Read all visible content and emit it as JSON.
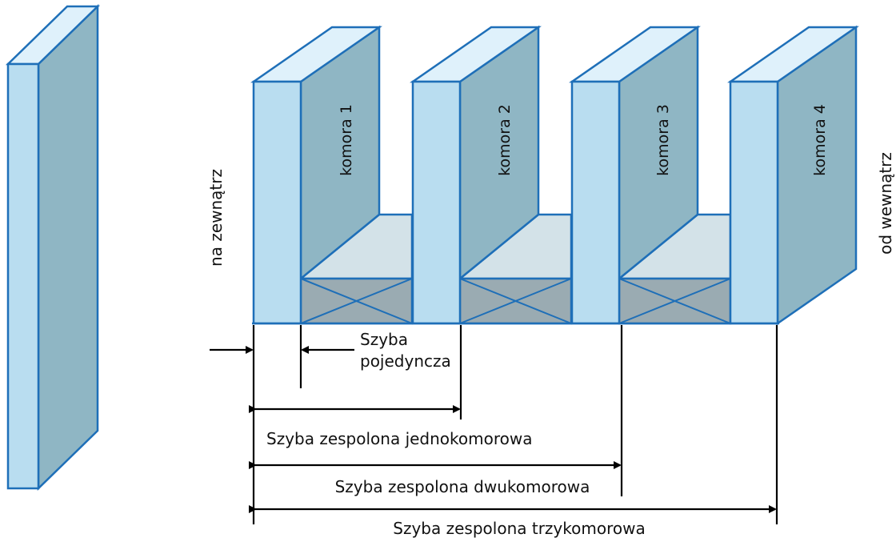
{
  "colors": {
    "glass_front": "#b9ddf0",
    "glass_top": "#dff1fb",
    "glass_side": "#8fb6c4",
    "outline": "#1e6fb8",
    "spacer_top": "#d3e2e8",
    "spacer_front": "#9aabb2",
    "dimension_lines": "#000000"
  },
  "chambers": [
    "komora 1",
    "komora 2",
    "komora 3",
    "komora 4"
  ],
  "side_labels": {
    "outside": "na zewnątrz",
    "inside": "od wewnątrz"
  },
  "dimensions": {
    "single_line1": "Szyba",
    "single_line2": "pojedyncza",
    "one_chamber": "Szyba zespolona jednokomorowa",
    "two_chamber": "Szyba zespolona dwukomorowa",
    "three_chamber": "Szyba zespolona trzykomorowa"
  }
}
